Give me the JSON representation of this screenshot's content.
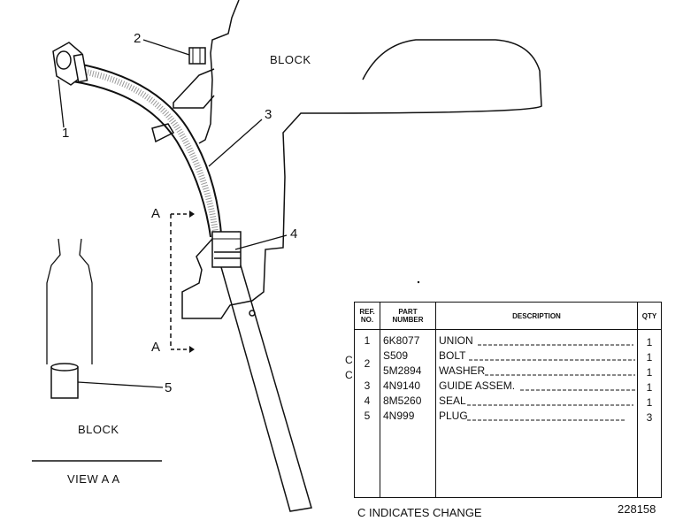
{
  "labels": {
    "block_top": "BLOCK",
    "block_view": "BLOCK",
    "view_title": "VIEW A A",
    "section_a_top": "A",
    "section_a_bottom": "A"
  },
  "callouts": [
    "1",
    "2",
    "3",
    "4",
    "5"
  ],
  "table": {
    "headers": {
      "ref": "REF. NO.",
      "part": "PART NUMBER",
      "desc": "DESCRIPTION",
      "qty": "QTY"
    },
    "rows": [
      {
        "ref": "1",
        "part": "6K8077",
        "desc": "UNION",
        "qty": "1",
        "change": ""
      },
      {
        "ref": "2",
        "part": "S509",
        "desc": "BOLT",
        "qty": "1",
        "change": "C"
      },
      {
        "ref": "",
        "part": "5M2894",
        "desc": "WASHER",
        "qty": "1",
        "change": "C"
      },
      {
        "ref": "3",
        "part": "4N9140",
        "desc": "GUIDE ASSEM.",
        "qty": "1",
        "change": ""
      },
      {
        "ref": "4",
        "part": "8M5260",
        "desc": "SEAL",
        "qty": "1",
        "change": ""
      },
      {
        "ref": "5",
        "part": "4N999",
        "desc": "PLUG",
        "qty": "3",
        "change": ""
      }
    ]
  },
  "footer": {
    "legend": "C INDICATES CHANGE",
    "drawing_number": "228158"
  }
}
